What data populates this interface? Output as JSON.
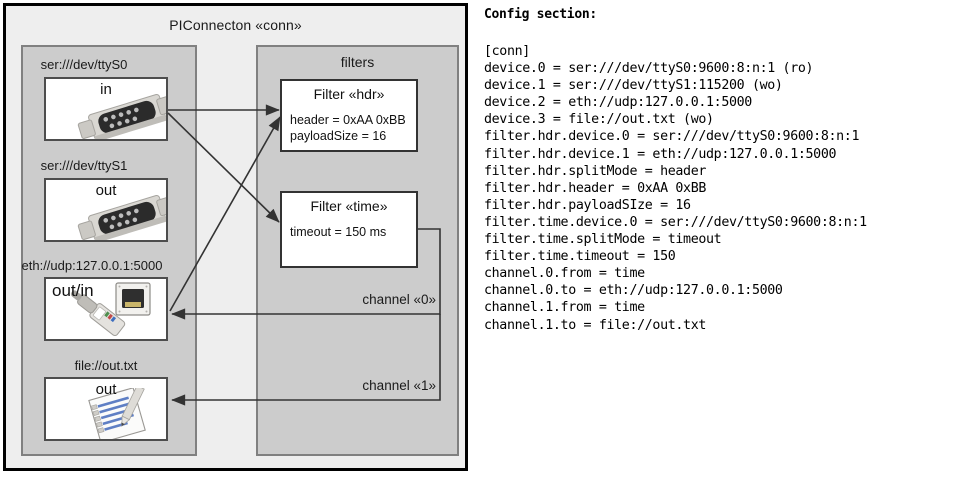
{
  "diagram": {
    "title": "PIConnecton «conn»",
    "devices_panel": {
      "items": [
        {
          "label": "ser:///dev/ttyS0",
          "box_text": "in",
          "icon": "serial-db9-connector-icon"
        },
        {
          "label": "ser:///dev/ttyS1",
          "box_text": "out",
          "icon": "serial-db9-connector-icon"
        },
        {
          "label": "eth://udp:127.0.0.1:5000",
          "box_text": "out/in",
          "icon": "ethernet-rj45-jack-icon"
        },
        {
          "label": "file://out.txt",
          "box_text": "out",
          "icon": "text-document-edit-icon"
        }
      ]
    },
    "filters_panel": {
      "title": "filters",
      "filters": [
        {
          "title": "Filter «hdr»",
          "attrs": [
            "header = 0xAA 0xBB",
            "payloadSize = 16"
          ]
        },
        {
          "title": "Filter «time»",
          "attrs": [
            "timeout = 150 ms"
          ]
        }
      ],
      "channels": [
        {
          "label": "channel «0»"
        },
        {
          "label": "channel «1»"
        }
      ]
    },
    "colors": {
      "outer_fill": "#eeeeee",
      "panel_fill": "#cccccc",
      "box_fill": "#ffffff",
      "outline": "#000000",
      "wire": "#333333"
    }
  },
  "config": {
    "heading": "Config section:",
    "lines": [
      "[conn]",
      "device.0 = ser:///dev/ttyS0:9600:8:n:1 (ro)",
      "device.1 = ser:///dev/ttyS1:115200 (wo)",
      "device.2 = eth://udp:127.0.0.1:5000",
      "device.3 = file://out.txt (wo)",
      "filter.hdr.device.0 = ser:///dev/ttyS0:9600:8:n:1",
      "filter.hdr.device.1 = eth://udp:127.0.0.1:5000",
      "filter.hdr.splitMode = header",
      "filter.hdr.header = 0xAA 0xBB",
      "filter.hdr.payloadSIze = 16",
      "filter.time.device.0 = ser:///dev/ttyS0:9600:8:n:1",
      "filter.time.splitMode = timeout",
      "filter.time.timeout = 150",
      "channel.0.from = time",
      "channel.0.to = eth://udp:127.0.0.1:5000",
      "channel.1.from = time",
      "channel.1.to = file://out.txt"
    ]
  }
}
